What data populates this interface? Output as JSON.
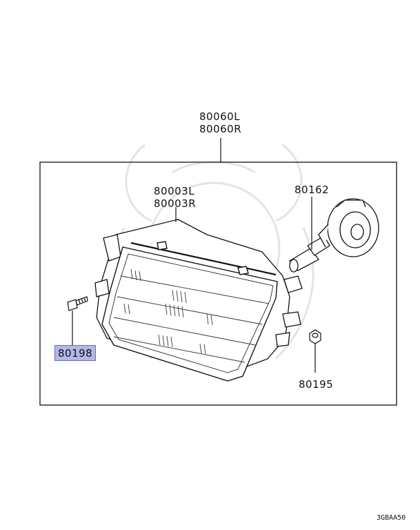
{
  "labels": {
    "assembly_left": "80060L",
    "assembly_right": "80060R",
    "unit_left": "80003L",
    "unit_right": "80003R",
    "bulb": "80162",
    "screw": "80198",
    "nut": "80195"
  },
  "highlighted_part": "80198",
  "highlight_color": "#b3b6e6",
  "diagram_code": "3GBAA50"
}
